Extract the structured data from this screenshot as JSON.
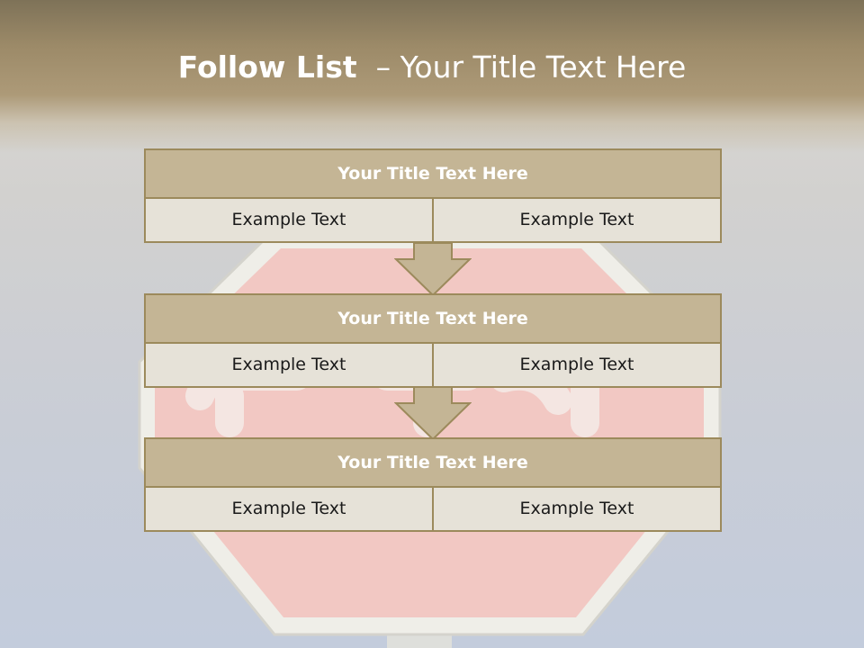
{
  "slide": {
    "title_bold": "Follow List",
    "title_rest": "– Your Title Text Here"
  },
  "steps": [
    {
      "title": "Your Title Text Here",
      "items": [
        "Example Text",
        "Example Text"
      ]
    },
    {
      "title": "Your Title Text Here",
      "items": [
        "Example Text",
        "Example Text"
      ]
    },
    {
      "title": "Your Title Text Here",
      "items": [
        "Example Text",
        "Example Text"
      ]
    }
  ],
  "colors": {
    "header_band": "#9c8a68",
    "box_title_fill": "#c4b595",
    "box_border": "#9c8a5c",
    "box_cell_fill": "#e6e2d8",
    "arrow_fill": "#c4b595",
    "title_text": "#ffffff",
    "body_text": "#1a1a1a"
  }
}
